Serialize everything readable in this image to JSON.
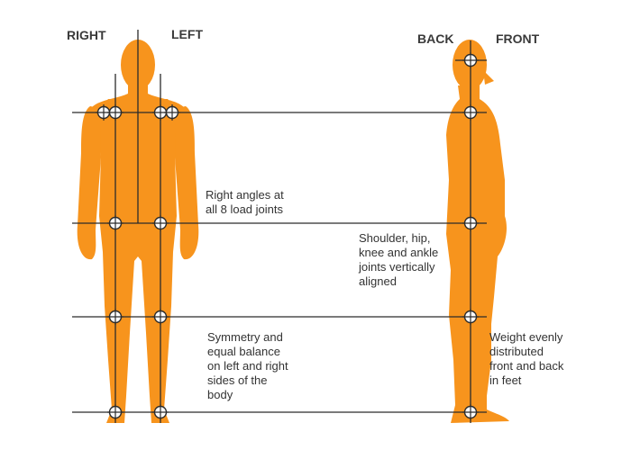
{
  "colors": {
    "body": "#F7941D",
    "line": "#2b2b2b"
  },
  "front_view": {
    "right_label": "RIGHT",
    "left_label": "LEFT"
  },
  "side_view": {
    "back_label": "BACK",
    "front_label": "FRONT"
  },
  "notes": {
    "right_angles": [
      "Right angles at",
      "all 8 load joints"
    ],
    "vertical_alignment": [
      "Shoulder, hip,",
      "knee and ankle",
      "joints vertically",
      "aligned"
    ],
    "symmetry": [
      "Symmetry and",
      "equal balance",
      "on left and right",
      "sides of the",
      "body"
    ],
    "weight": [
      "Weight evenly",
      "distributed",
      "front and back",
      "in feet"
    ]
  }
}
